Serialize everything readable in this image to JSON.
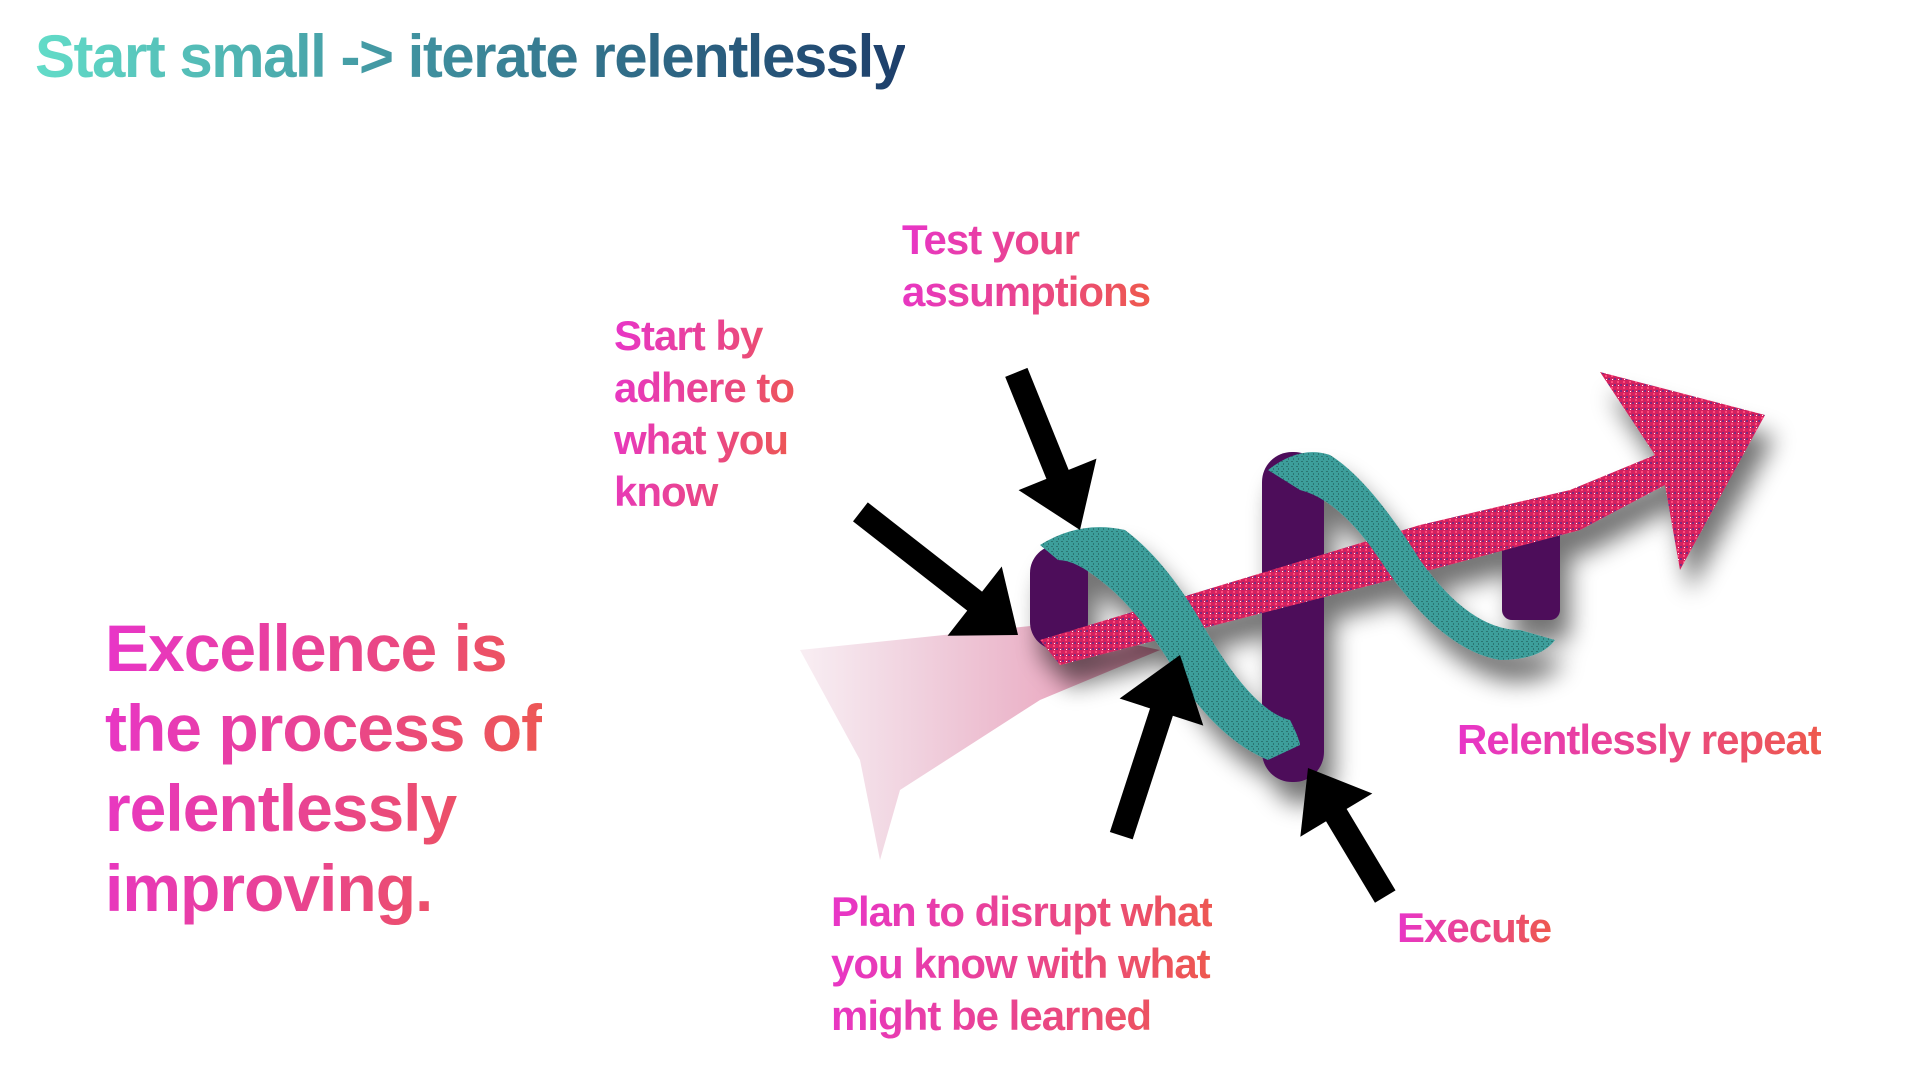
{
  "slide": {
    "title": "Start small -> iterate relentlessly",
    "quote_lines": [
      "Excellence is",
      "the process of",
      "relentlessly",
      "improving."
    ]
  },
  "diagram": {
    "labels": {
      "test": [
        "Test your",
        "assumptions"
      ],
      "start": [
        "Start by",
        "adhere to",
        "what you",
        "know"
      ],
      "repeat": [
        "Relentlessly repeat"
      ],
      "execute": [
        "Execute"
      ],
      "plan": [
        "Plan to disrupt what",
        "you know with what",
        "might be learned"
      ]
    },
    "colors": {
      "ribbon": "#3a9a98",
      "ribbon_back": "#4d0f5a",
      "arrow": "#d4215e",
      "pointer": "#000000",
      "text_start": "#e835c9",
      "text_end": "#ee5a4a"
    }
  }
}
